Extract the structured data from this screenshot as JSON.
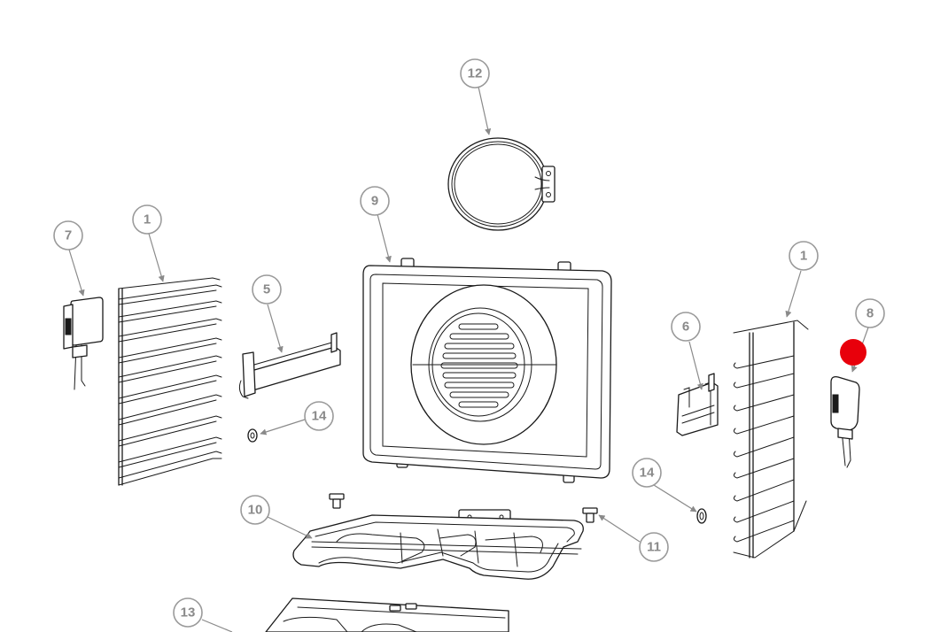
{
  "highlight_color": "#e8000b",
  "callouts": [
    {
      "label": "12"
    },
    {
      "label": "9"
    },
    {
      "label": "1"
    },
    {
      "label": "7"
    },
    {
      "label": "5"
    },
    {
      "label": "14"
    },
    {
      "label": "1"
    },
    {
      "label": "8"
    },
    {
      "label": "6"
    },
    {
      "label": "14"
    },
    {
      "label": "10"
    },
    {
      "label": "11"
    },
    {
      "label": "13"
    }
  ],
  "parts": [
    {
      "name": "side-rack-left-icon"
    },
    {
      "name": "side-rack-right-icon"
    },
    {
      "name": "rear-panel-fan-cover-icon"
    },
    {
      "name": "circular-heating-element-icon"
    },
    {
      "name": "lamp-unit-left-icon"
    },
    {
      "name": "lamp-unit-right-icon"
    },
    {
      "name": "rail-bracket-left-icon"
    },
    {
      "name": "rail-bracket-right-icon"
    },
    {
      "name": "bottom-heating-element-icon"
    },
    {
      "name": "washer-icon"
    },
    {
      "name": "foot-connector-icon"
    },
    {
      "name": "base-plate-icon"
    }
  ]
}
